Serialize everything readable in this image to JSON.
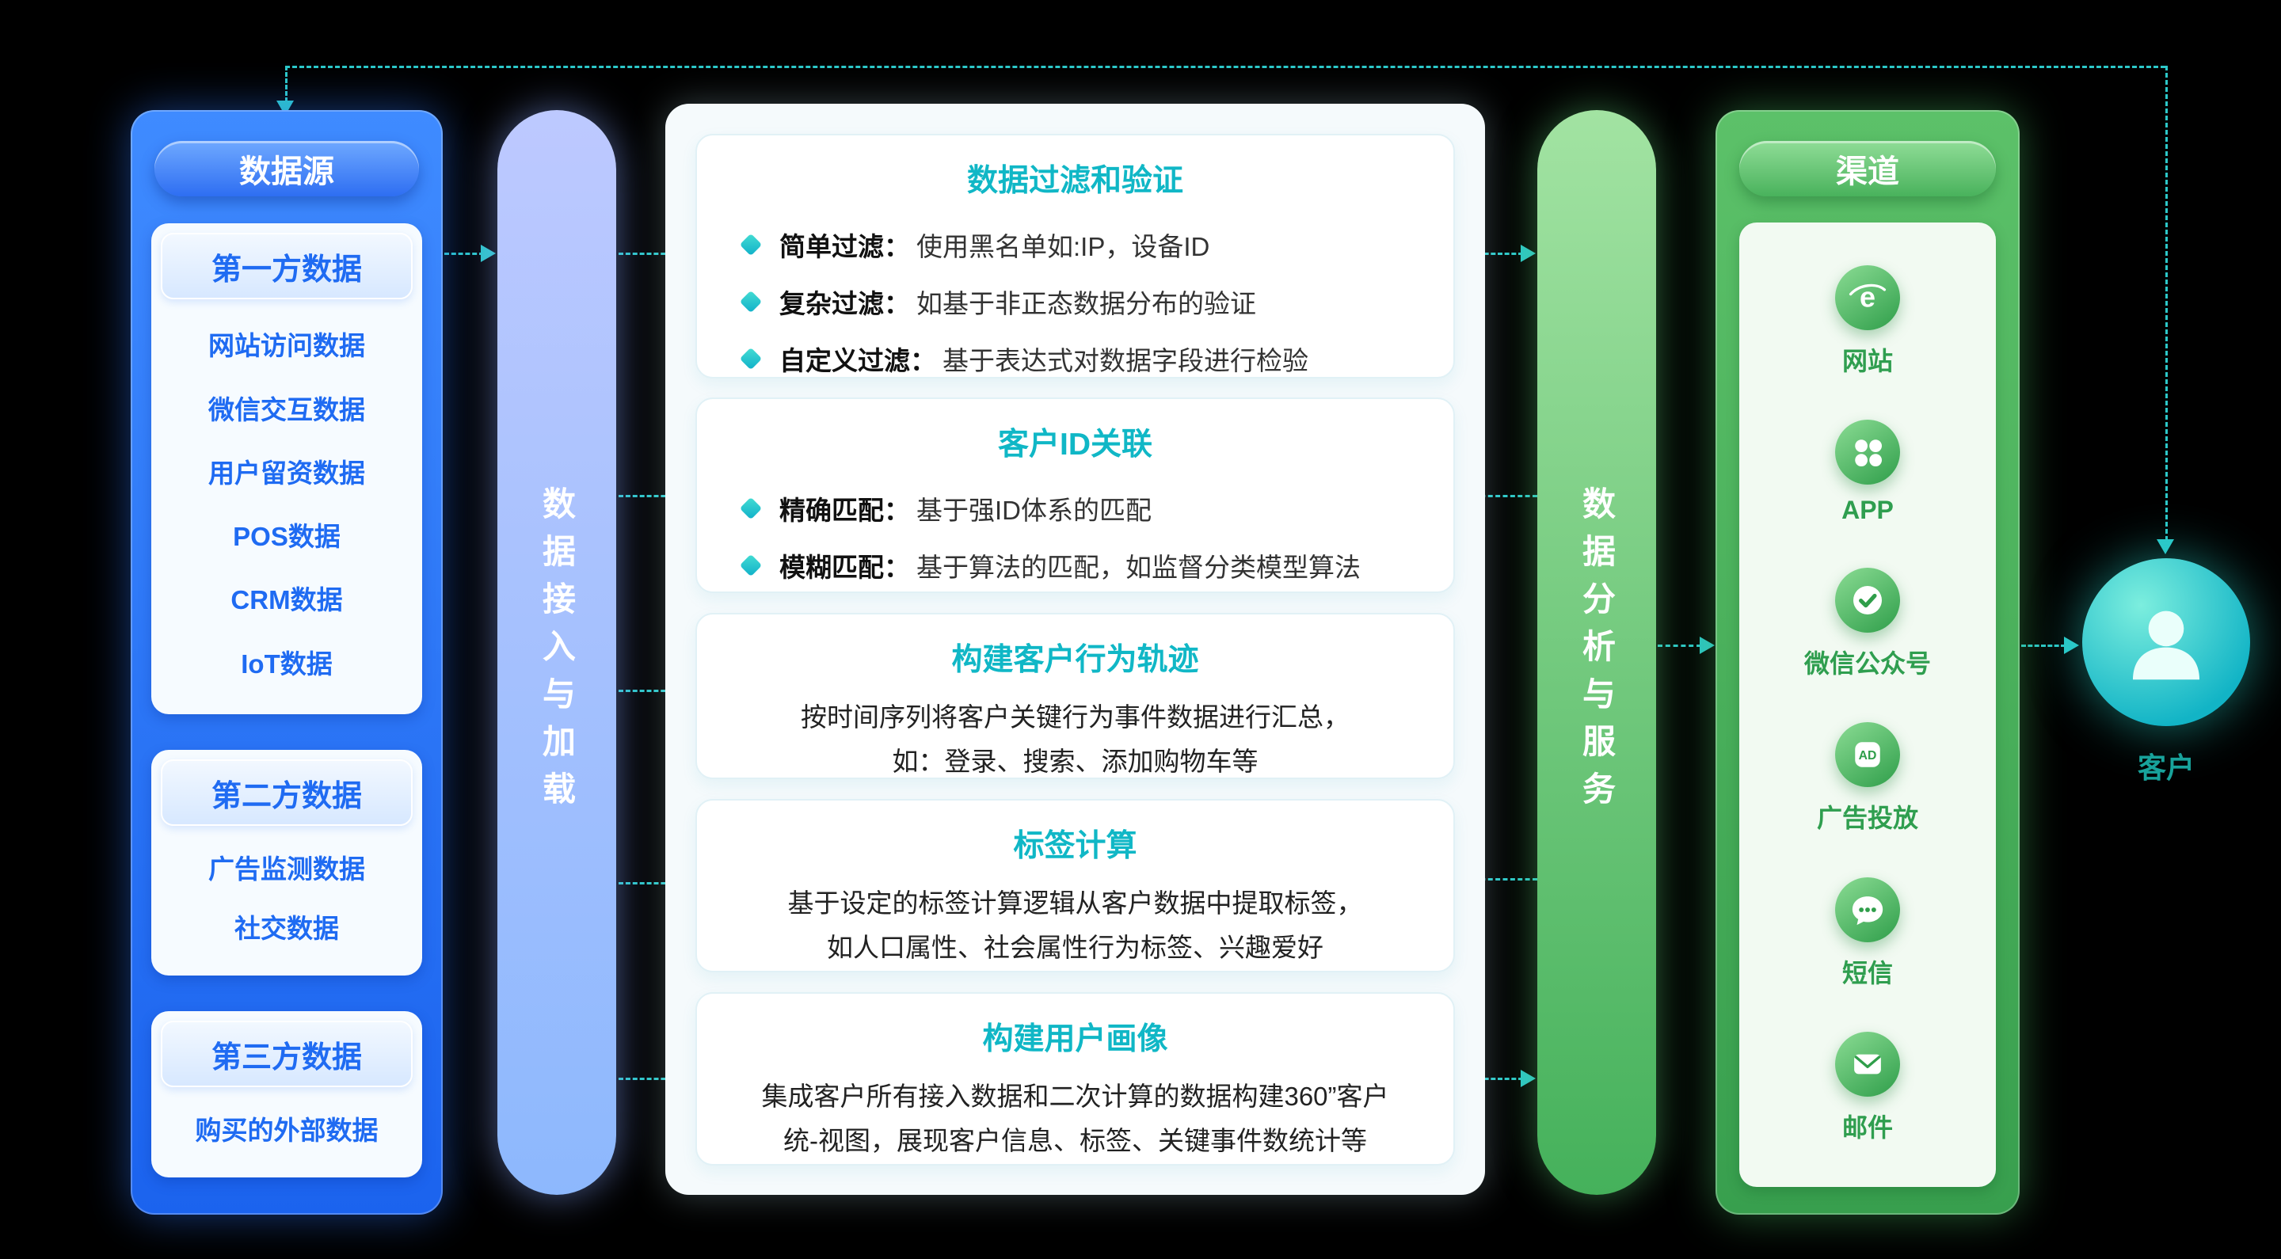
{
  "colors": {
    "background": "#000000",
    "blue_accent": "#2470f4",
    "teal_accent": "#2cc8c9",
    "teal_title": "#10b7c6",
    "green_accent": "#46b25a"
  },
  "data_sources": {
    "title": "数据源",
    "groups": [
      {
        "label": "第一方数据",
        "items": [
          "网站访问数据",
          "微信交互数据",
          "用户留资数据",
          "POS数据",
          "CRM数据",
          "IoT数据"
        ]
      },
      {
        "label": "第二方数据",
        "items": [
          "广告监测数据",
          "社交数据"
        ]
      },
      {
        "label": "第三方数据",
        "items": [
          "购买的外部数据"
        ]
      }
    ]
  },
  "ingest_bar": {
    "label": "数据接入与加载"
  },
  "processing": {
    "boxes": [
      {
        "title": "数据过滤和验证",
        "bullets": [
          {
            "label": "简单过滤：",
            "text": "使用黑名单如:IP，设备ID"
          },
          {
            "label": "复杂过滤：",
            "text": "如基于非正态数据分布的验证"
          },
          {
            "label": "自定义过滤：",
            "text": "基于表达式对数据字段进行检验"
          }
        ]
      },
      {
        "title": "客户ID关联",
        "bullets": [
          {
            "label": "精确匹配：",
            "text": "基于强ID体系的匹配"
          },
          {
            "label": "模糊匹配：",
            "text": "基于算法的匹配，如监督分类模型算法"
          }
        ]
      },
      {
        "title": "构建客户行为轨迹",
        "lines": [
          "按时间序列将客户关键行为事件数据进行汇总，",
          "如：登录、搜索、添加购物车等"
        ]
      },
      {
        "title": "标签计算",
        "lines": [
          "基于设定的标签计算逻辑从客户数据中提取标签，",
          "如人口属性、社会属性行为标签、兴趣爱好"
        ]
      },
      {
        "title": "构建用户画像",
        "lines": [
          "集成客户所有接入数据和二次计算的数据构建360”客户",
          "统-视图，展现客户信息、标签、关键事件数统计等"
        ]
      }
    ]
  },
  "analysis_bar": {
    "label": "数据分析与服务"
  },
  "channels": {
    "title": "渠道",
    "items": [
      {
        "icon": "browser-icon",
        "label": "网站"
      },
      {
        "icon": "app-grid-icon",
        "label": "APP"
      },
      {
        "icon": "wechat-check-icon",
        "label": "微信公众号"
      },
      {
        "icon": "ad-icon",
        "label": "广告投放"
      },
      {
        "icon": "sms-bubble-icon",
        "label": "短信"
      },
      {
        "icon": "mail-icon",
        "label": "邮件"
      }
    ]
  },
  "customer": {
    "label": "客户"
  }
}
